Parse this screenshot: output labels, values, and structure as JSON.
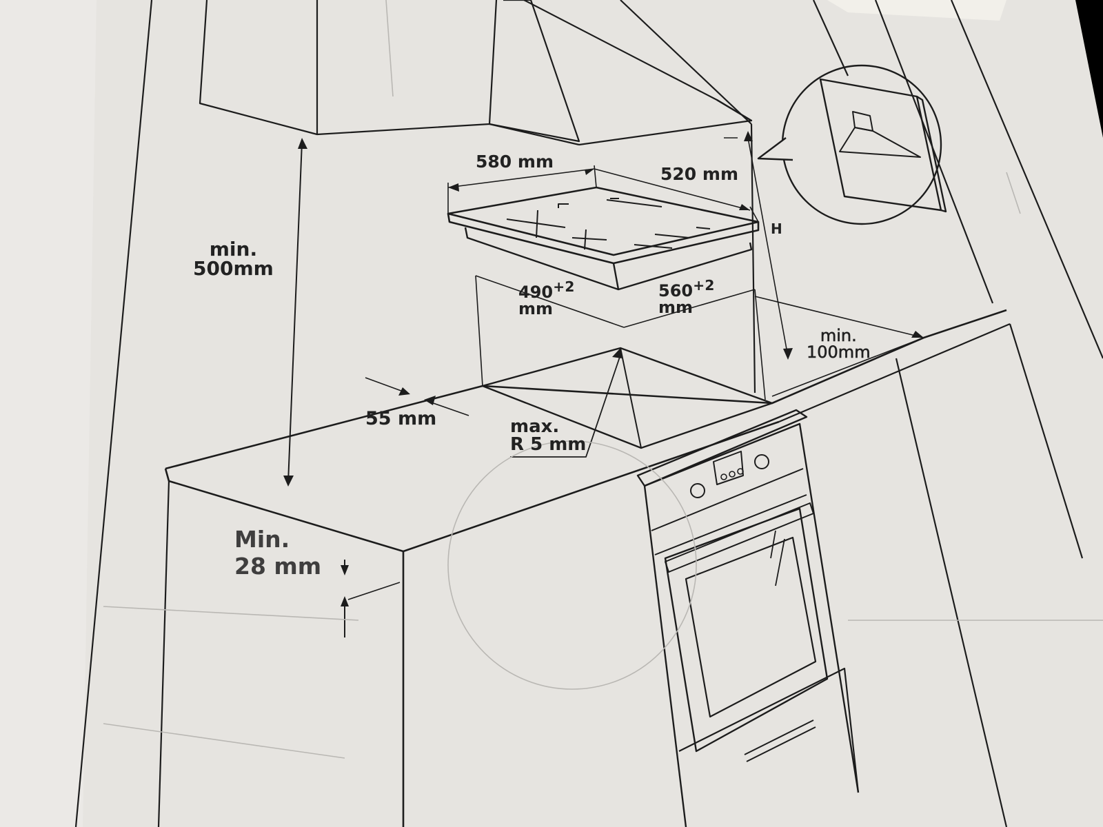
{
  "labels": {
    "cooktop_width": "580 mm",
    "cooktop_depth": "520 mm",
    "hood_height": "H",
    "min_distance_line1": "min.",
    "min_distance_line2": "500mm",
    "cutout_depth_value": "490",
    "cutout_depth_tol": "+2",
    "cutout_depth_unit": "mm",
    "cutout_width_value": "560",
    "cutout_width_tol": "+2",
    "cutout_width_unit": "mm",
    "rear_clearance_line1": "min.",
    "rear_clearance_line2": "100mm",
    "front_edge": "55 mm",
    "radius_line1": "max.",
    "radius_line2": "R 5 mm",
    "thickness_line1": "Min.",
    "thickness_line2": "28 mm"
  },
  "colors": {
    "paper": "#e7e5e1",
    "ink": "#1c1c1c",
    "faint": "#b9b7b3",
    "background": "#000000"
  }
}
